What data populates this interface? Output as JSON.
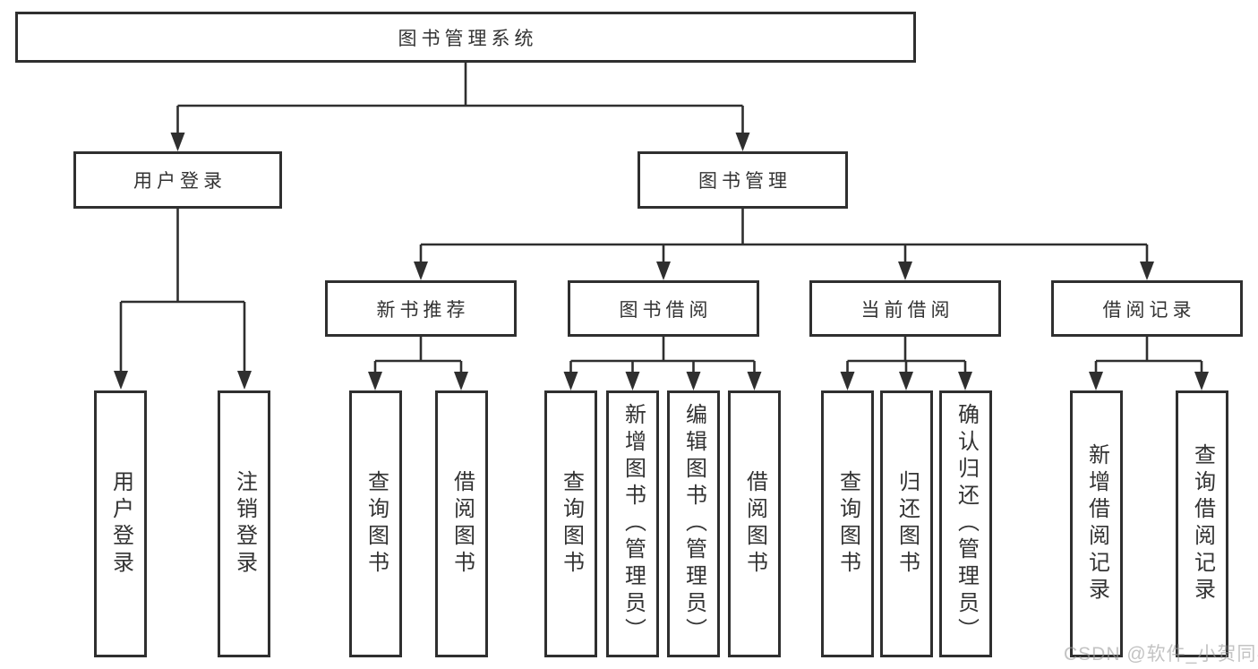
{
  "diagram_title": "图书管理系统",
  "watermark": {
    "text": "CSDN @软件_小贺同学"
  },
  "colors": {
    "line": "#2f2f2f",
    "box_border": "#2f2f2f",
    "box_background": "#ffffff",
    "text": "#333333",
    "watermark": "#9e9e9e"
  },
  "tree": {
    "label": "图书管理系统",
    "children": [
      {
        "label": "用户登录",
        "children": [
          {
            "label": "用户登录"
          },
          {
            "label": "注销登录"
          }
        ]
      },
      {
        "label": "图书管理",
        "children": [
          {
            "label": "新书推荐",
            "children": [
              {
                "label": "查询图书"
              },
              {
                "label": "借阅图书"
              }
            ]
          },
          {
            "label": "图书借阅",
            "children": [
              {
                "label": "查询图书"
              },
              {
                "label": "新增图书（管理员）"
              },
              {
                "label": "编辑图书（管理员）"
              },
              {
                "label": "借阅图书"
              }
            ]
          },
          {
            "label": "当前借阅",
            "children": [
              {
                "label": "查询图书"
              },
              {
                "label": "归还图书"
              },
              {
                "label": "确认归还（管理员）"
              }
            ]
          },
          {
            "label": "借阅记录",
            "children": [
              {
                "label": "新增借阅记录"
              },
              {
                "label": "查询借阅记录"
              }
            ]
          }
        ]
      }
    ]
  }
}
